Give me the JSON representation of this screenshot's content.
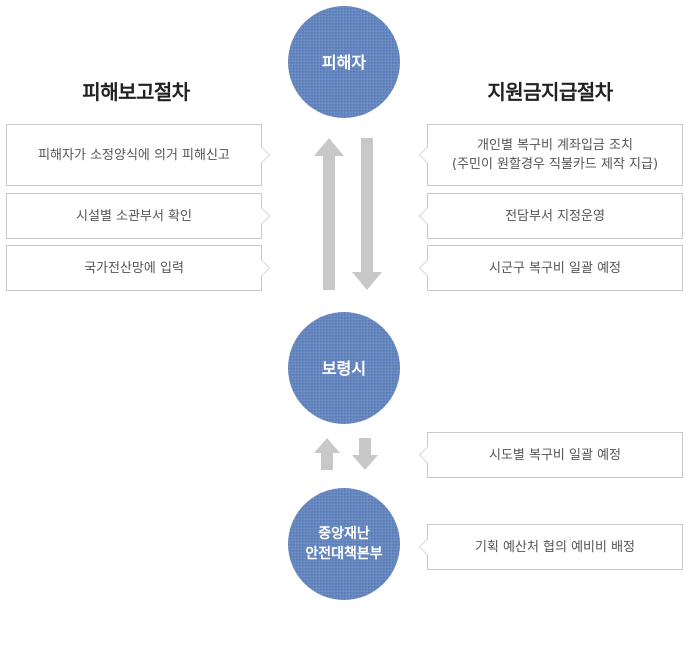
{
  "headings": {
    "left": "피해보고절차",
    "right": "지원금지급절차"
  },
  "circles": {
    "victim": "피해자",
    "city": "보령시",
    "hq_line1": "중앙재난",
    "hq_line2": "안전대책본부"
  },
  "left_boxes": [
    "피해자가 소정양식에 의거 피해신고",
    "시설별 소관부서 확인",
    "국가전산망에 입력"
  ],
  "right_boxes": [
    {
      "line1": "개인별 복구비 계좌입금 조치",
      "line2": "(주민이 원할경우 직불카드 제작 지급)"
    },
    {
      "line1": "전담부서 지정운영"
    },
    {
      "line1": "시군구 복구비 일괄 예정"
    },
    {
      "line1": "시도별 복구비 일괄 예정"
    },
    {
      "line1": "기획 예산처 협의 예비비 배정"
    }
  ],
  "colors": {
    "circle_fill": "#6285c0",
    "arrow_fill": "#c8c8c8",
    "box_border": "#c9c9c9"
  }
}
